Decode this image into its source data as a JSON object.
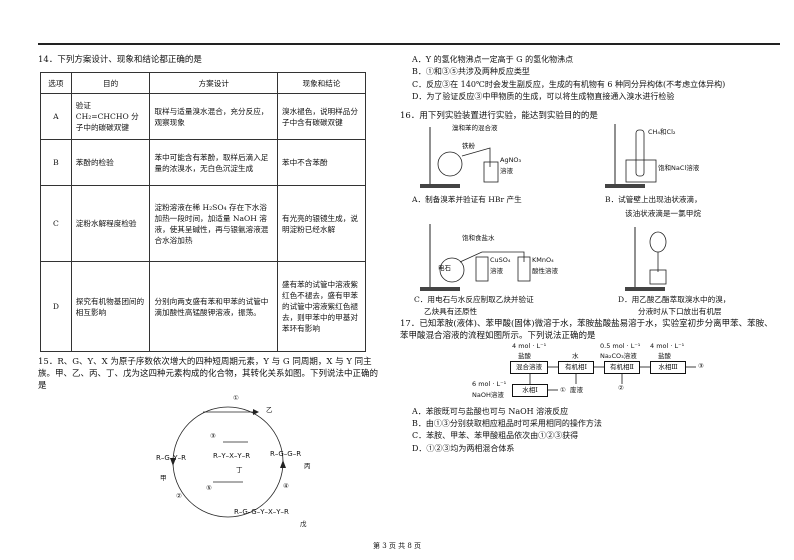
{
  "q14": {
    "stem": "14．下列方案设计、现象和结论都正确的是",
    "headers": [
      "选项",
      "目的",
      "方案设计",
      "现象和结论"
    ],
    "rows": [
      {
        "opt": "A",
        "purpose": "验证 CH₂=CHCHO 分子中的碳碳双键",
        "design": "取样与适量溴水混合，充分反应，观察现象",
        "result": "溴水褪色，说明样品分子中含有碳碳双键"
      },
      {
        "opt": "B",
        "purpose": "苯酚的检验",
        "design": "苯中可能含有苯酚，取样后滴入足量的浓溴水，无白色沉淀生成",
        "result": "苯中不含苯酚"
      },
      {
        "opt": "C",
        "purpose": "淀粉水解程度检验",
        "design": "淀粉溶液在稀 H₂SO₄ 存在下水浴加热一段时间，加适量 NaOH 溶液，使其呈碱性，再与银氨溶液混合水浴加热",
        "result": "有光亮的银镜生成，说明淀粉已经水解"
      },
      {
        "opt": "D",
        "purpose": "探究有机物基团间的相互影响",
        "design": "分别向两支盛有苯和甲苯的试管中滴加酸性高锰酸钾溶液，振荡。",
        "result": "盛有苯的试管中溶液紫红色不褪去，盛有甲苯的试管中溶液紫红色褪去，则甲苯中的甲基对苯环有影响"
      }
    ]
  },
  "q15": {
    "stem": "15．R、G、Y、X 为原子序数依次增大的四种短周期元素，Y 与 G 同周期，X 与 Y 同主族。甲、乙、丙、丁、戊为这四种元素构成的化合物，其转化关系如图。下列说法中正确的是",
    "diagram": {
      "labels": [
        "①",
        "乙",
        "甲",
        "丙",
        "丁",
        "戊",
        "②",
        "③",
        "④",
        "⑤"
      ],
      "atoms": [
        "R",
        "G",
        "Y",
        "X"
      ]
    },
    "options": [
      "A．Y 的氢化物沸点一定高于 G 的氢化物沸点",
      "B．①和③⑤共涉及两种反应类型",
      "C．反应③在 140℃时会发生副反应，生成的有机物有 6 种同分异构体(不考虑立体异构)",
      "D．为了验证反应③中甲物质的生成，可以将生成物直接通入溴水进行检验"
    ]
  },
  "q16": {
    "stem": "16．用下列实验装置进行实验，能达到实验目的的是",
    "labels": {
      "a_mix": "溴和苯的混合液",
      "a_iron": "铁粉",
      "a_agno3": "AgNO₃",
      "a_sol": "溶液",
      "b_gas": "CH₄和Cl₂",
      "b_nacl": "饱和NaCl溶液",
      "c_water": "饱和食盐水",
      "c_stone": "电石",
      "c_cuso4": "CuSO₄",
      "c_cuso4sol": "溶液",
      "c_kmno4": "KMnO₄",
      "c_kmno4sol": "酸性溶液"
    },
    "captions": {
      "A": "A．制备溴苯并验证有 HBr 产生",
      "B1": "B．试管壁上出现油状液滴，",
      "B2": "该油状液滴是一氯甲烷",
      "C1": "C．用电石与水反应制取乙炔并验证",
      "C2": "乙炔具有还原性",
      "D1": "D．用乙酸乙酯萃取溴水中的溴，",
      "D2": "分液时从下口放出有机层"
    }
  },
  "q17": {
    "stem": "17．已知苯胺(液体)、苯甲酸(固体)微溶于水，苯胺盐酸盐易溶于水，实验室初步分离甲苯、苯胺、苯甲酸混合溶液的流程如图所示。下列说法正确的是",
    "flow": {
      "hcl": "4 mol · L⁻¹",
      "hcl2": "盐酸",
      "water": "水",
      "na2co3": "0.5 mol · L⁻¹",
      "na2co3b": "Na₂CO₃溶液",
      "hcl3": "4 mol · L⁻¹",
      "hcl4": "盐酸",
      "mix": "混合溶液",
      "org1": "有机相Ⅰ",
      "org2": "有机相Ⅱ",
      "aq3": "水相Ⅲ",
      "aq1": "水相Ⅰ",
      "waste": "废液",
      "naoh": "6 mol · L⁻¹",
      "naoh2": "NaOH溶液",
      "n1": "①",
      "n2": "②",
      "n3": "③"
    },
    "options": [
      "A．苯胺既可与盐酸也可与 NaOH 溶液反应",
      "B．由①③分别获取相应粗品时可采用相同的操作方法",
      "C．苯胺、甲苯、苯甲酸粗品依次由①②③获得",
      "D．①②③均为两相混合体系"
    ]
  },
  "footer": "第 3 页 共 8 页"
}
